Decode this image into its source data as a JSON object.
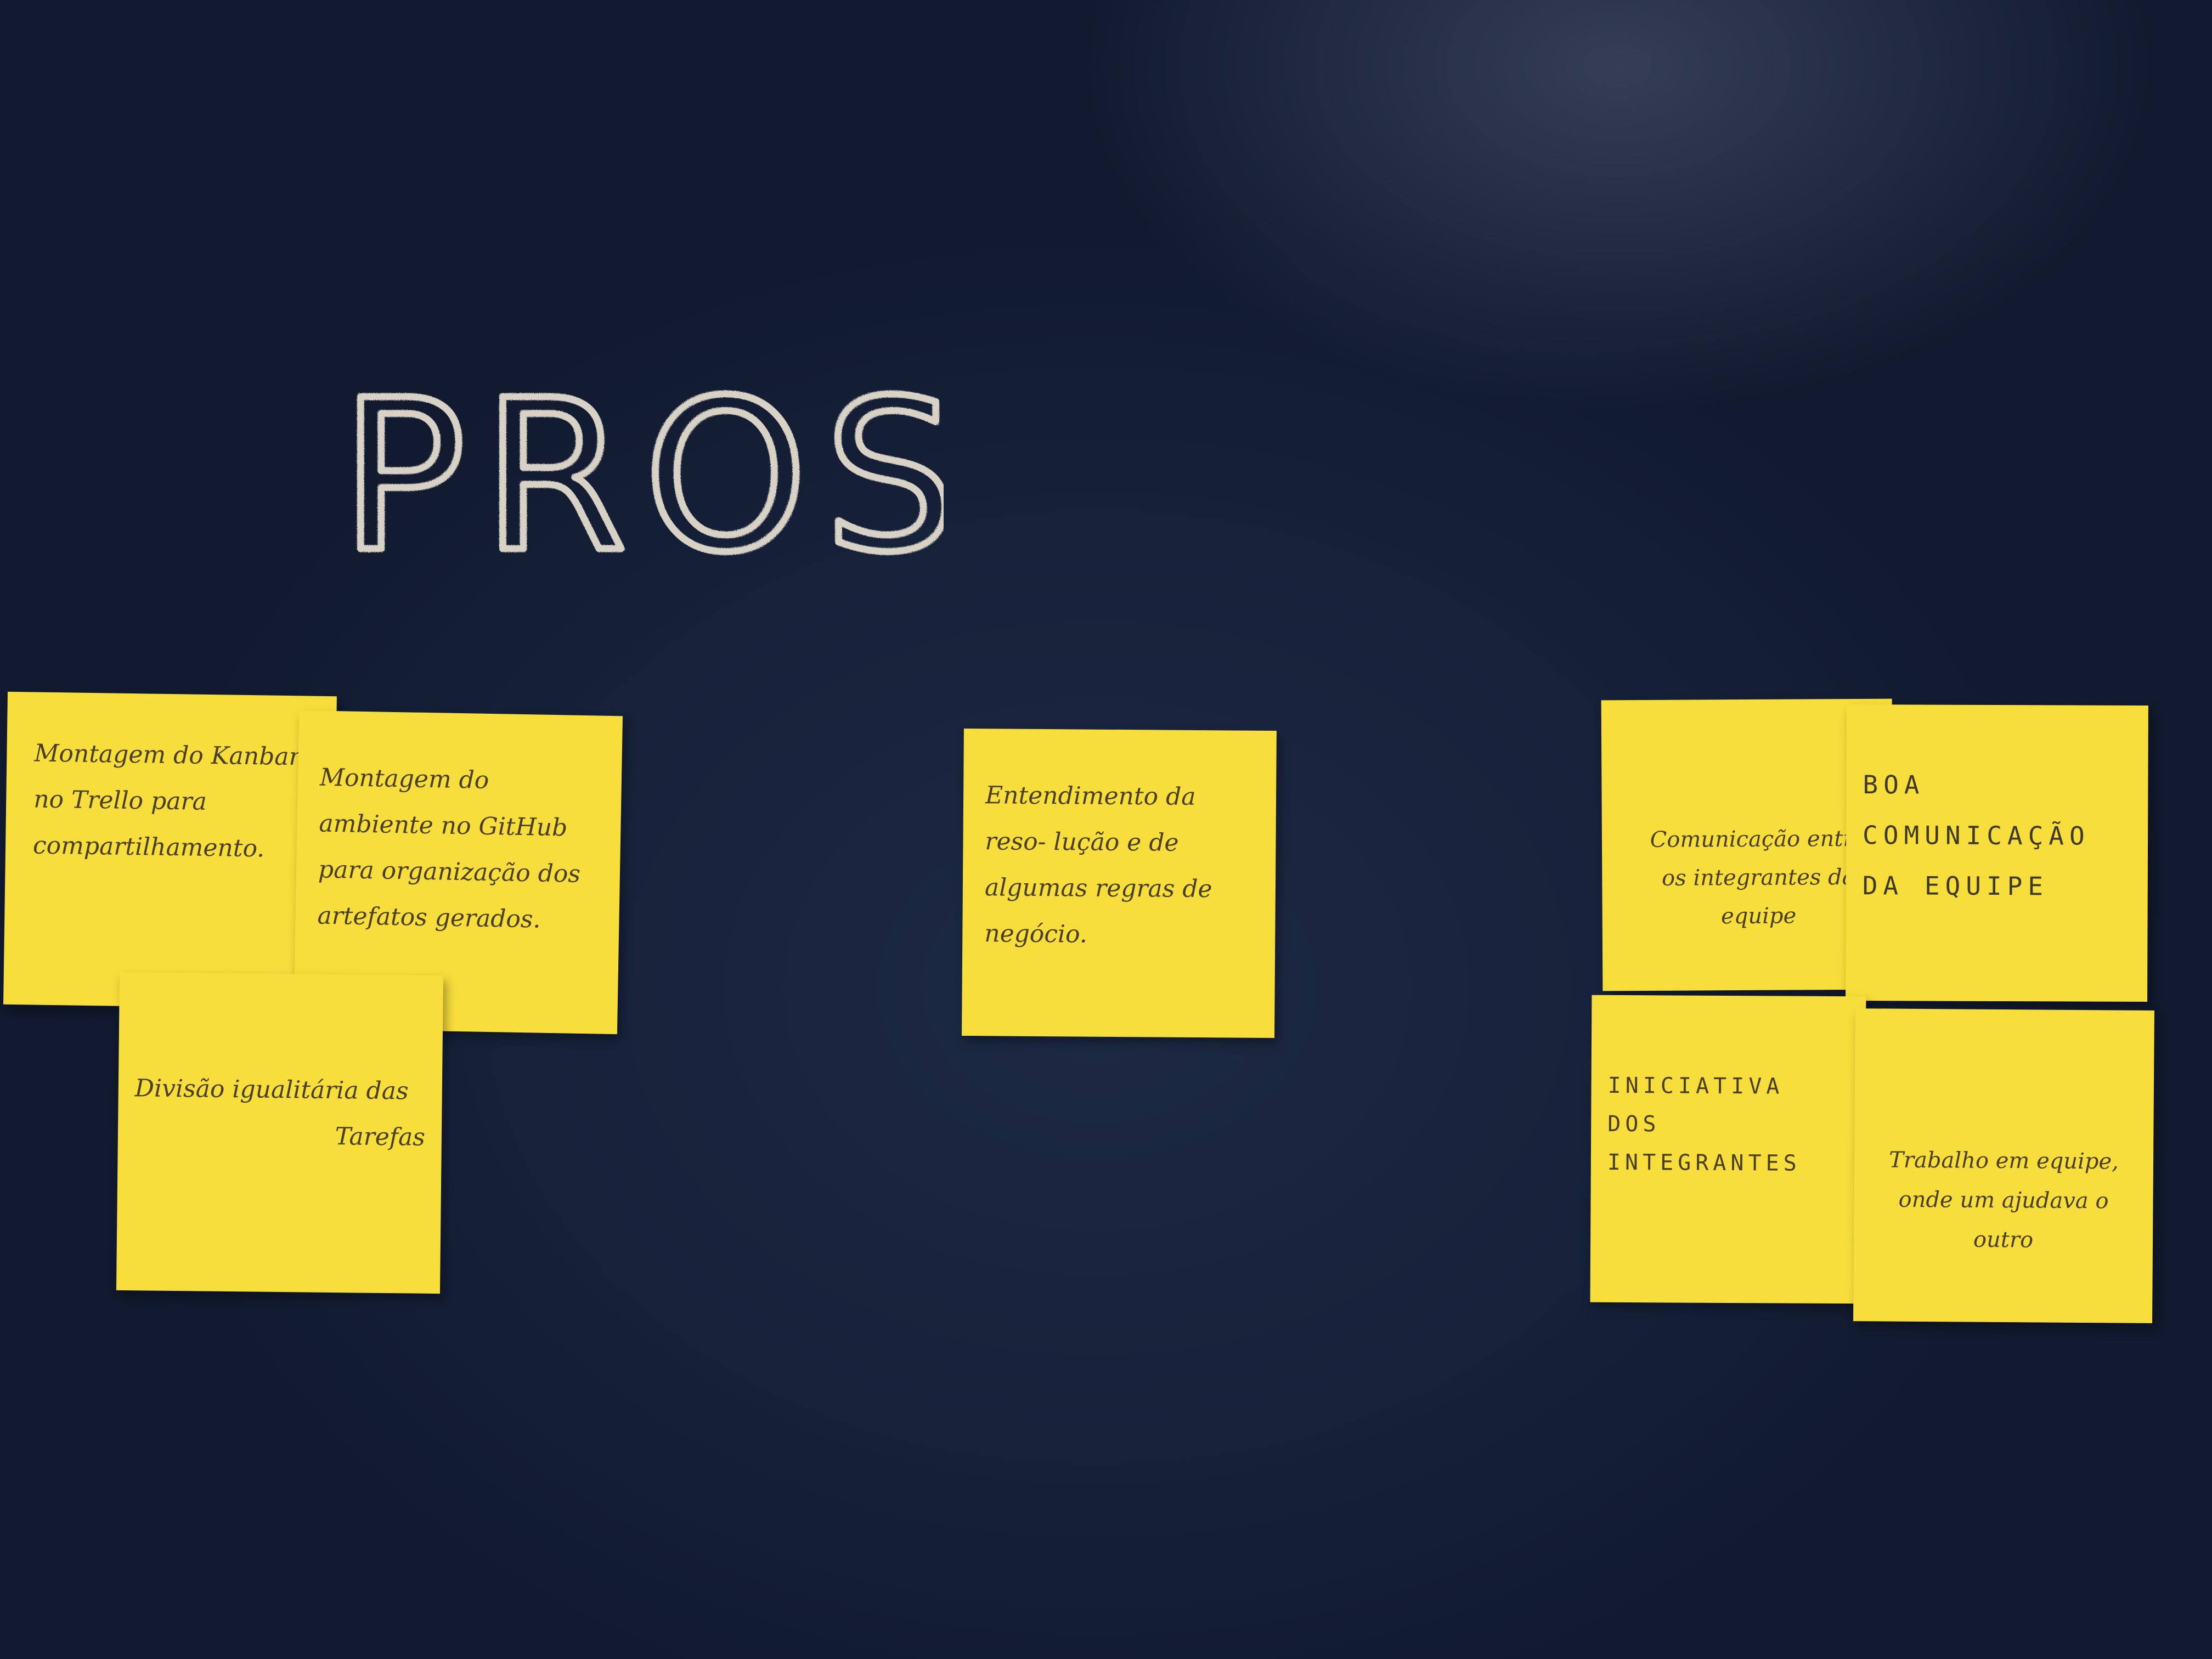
{
  "board": {
    "heading": "PROS",
    "notes": {
      "kanban": "Montagem do Kanban no Trello para compartilhamento.",
      "github": "Montagem do ambiente no GitHub para organização dos artefatos gerados.",
      "divisao_line1": "Divisão igualitária das",
      "divisao_line2": "Tarefas",
      "entendimento": "Entendimento da reso- lução e de algumas regras de negócio.",
      "comunicacao": "Comunicação entre os integrantes da equipe",
      "boa_comunicacao": "BOA COMUNICAÇÃO DA EQUIPE",
      "iniciativa": "INICIATIVA DOS INTEGRANTES",
      "trabalho": "Trabalho em equipe, onde um ajudava o outro"
    }
  },
  "colors": {
    "board": "#16213a",
    "note": "#f7de3c",
    "chalk": "#d8d2c6",
    "ink": "#4a3f20"
  }
}
